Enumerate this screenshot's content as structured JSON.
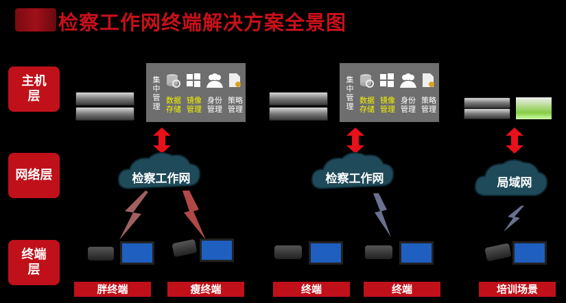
{
  "title": "检察工作网终端解决方案全景图",
  "layers": [
    "主机层",
    "网络层",
    "终端层"
  ],
  "panel": {
    "central": "集中管理",
    "items": [
      {
        "label": "数据存储",
        "icon": "database-icon",
        "highlight": true
      },
      {
        "label": "镜像管理",
        "icon": "windows-icon",
        "highlight": true
      },
      {
        "label": "身份管理",
        "icon": "users-icon",
        "highlight": false
      },
      {
        "label": "策略管理",
        "icon": "document-icon",
        "highlight": false
      }
    ]
  },
  "clouds": [
    "检察工作网",
    "检察工作网",
    "局域网"
  ],
  "terminals": [
    "胖终端",
    "瘦终端",
    "终端",
    "终端",
    "培训场景"
  ],
  "colors": {
    "accent": "#c0111a",
    "panel": "#6e6e6e",
    "cloud": "#1f4a5a"
  }
}
